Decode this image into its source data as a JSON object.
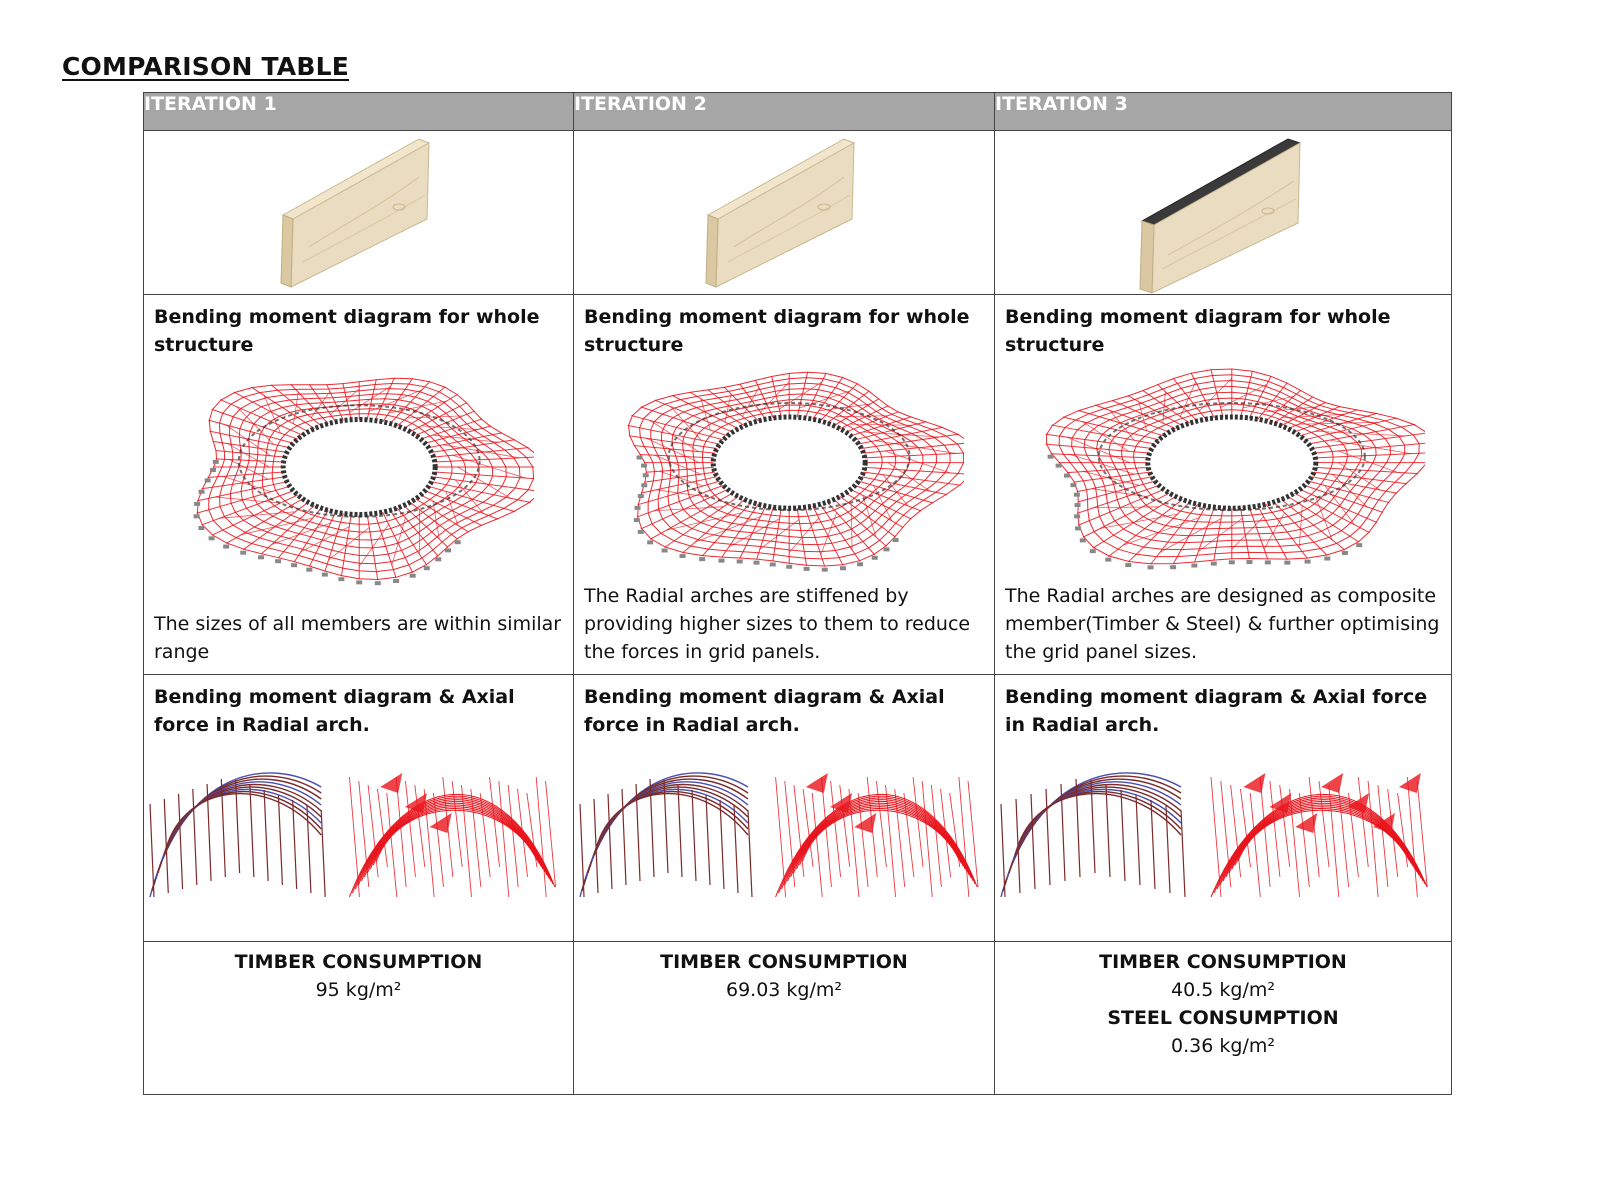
{
  "page_title": "COMPARISON TABLE",
  "columns": [
    {
      "header": "ITERATION 1",
      "beam_image": "timber-beam",
      "diagram_title": "Bending moment diagram for whole structure",
      "diagram_description": "The sizes of all members are within similar range",
      "arch_title": "Bending moment diagram & Axial force in Radial arch.",
      "consumption": [
        {
          "label": "TIMBER CONSUMPTION",
          "value": "95 kg/m²"
        }
      ]
    },
    {
      "header": "ITERATION 2",
      "beam_image": "timber-beam",
      "diagram_title": "Bending moment diagram for whole structure",
      "diagram_description": "The Radial arches are stiffened by providing higher sizes to them to reduce the forces in grid panels.",
      "arch_title": "Bending moment diagram & Axial force in Radial arch.",
      "consumption": [
        {
          "label": "TIMBER CONSUMPTION",
          "value": "69.03 kg/m²"
        }
      ]
    },
    {
      "header": "ITERATION 3",
      "beam_image": "timber-steel-composite-beam",
      "diagram_title": "Bending moment diagram for whole structure",
      "diagram_description": "The Radial arches are designed as composite member(Timber & Steel) & further optimising the grid panel sizes.",
      "arch_title": "Bending moment diagram & Axial force in Radial arch.",
      "consumption": [
        {
          "label": "TIMBER CONSUMPTION",
          "value": "40.5 kg/m²"
        },
        {
          "label": "STEEL CONSUMPTION",
          "value": "0.36 kg/m²"
        }
      ]
    }
  ],
  "colors": {
    "header_bg": "#a6a6a6",
    "moment_red": "#e8141c",
    "frame_dark": "#333333",
    "arch_blue": "#4b4fb0",
    "timber": "#e9dcc0",
    "steel": "#3a3a3a"
  }
}
